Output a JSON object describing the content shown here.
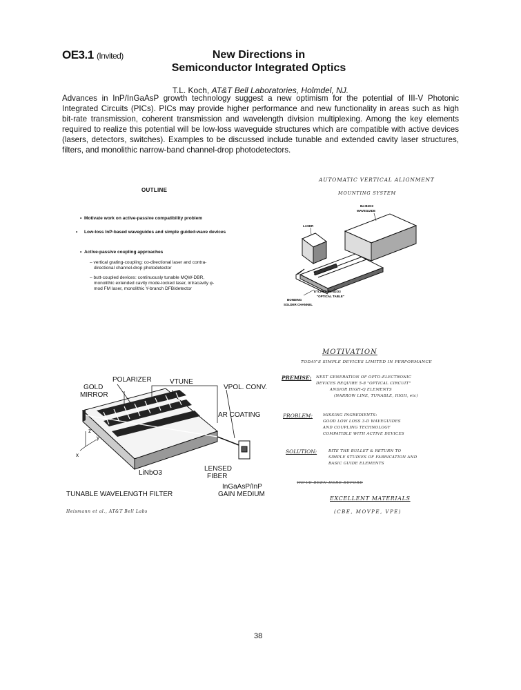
{
  "paper_id": "OE3.1",
  "invited": "(Invited)",
  "title_line1": "New Directions in",
  "title_line2": "Semiconductor Integrated Optics",
  "author": "T.L. Koch,",
  "affiliation": "AT&T Bell Laboratories, Holmdel, NJ.",
  "abstract": "Advances in InP/InGaAsP growth technology suggest a new optimism for the potential of III-V Photonic Integrated Circuits (PICs). PICs may provide higher performance and new functionality in areas such as high bit-rate transmission, coherent transmission and wavelength division multiplexing. Among the key elements required to realize this potential will be low-loss waveguide structures which are compatible with active devices (lasers, detectors, switches). Examples to be discussed include tunable and extended cavity laser structures, filters, and monolithic narrow-band channel-drop photodetectors.",
  "outline": {
    "title": "OUTLINE",
    "items": [
      "Motivate work on active-passive compatibility problem",
      "Low-loss InP-based waveguides and simple guided-wave devices",
      "Active-passive coupling approaches"
    ],
    "subitems": [
      "vertical grating-coupling: co-directional laser and contra-directional channel-drop photodetector",
      "butt-coupled devices: continuously tunable MQW-DBR, monolithic extended cavity mode-locked laser, intracavity φ-mod FM laser, monolithic Y-branch DFB/detector"
    ]
  },
  "mount": {
    "heading1": "AUTOMATIC VERTICAL ALIGNMENT",
    "heading2": "MOUNTING SYSTEM",
    "waveguide_label1": "Ba-B2O3",
    "waveguide_label2": "WAVEGUIDE",
    "laser_label": "LASER",
    "etched_label1": "ETCHED Ba-B2O3",
    "etched_label2": "\"OPTICAL TABLE\"",
    "solder_label1": "BONDING",
    "solder_label2": "SOLDER CHANNEL"
  },
  "filter": {
    "polarizer": "POLARIZER",
    "vtune": "VTUNE",
    "vpol": "VPOL. CONV.",
    "gold1": "GOLD",
    "gold2": "MIRROR",
    "ar": "AR COATING",
    "lensed1": "LENSED",
    "lensed2": "FIBER",
    "linbo3": "LiNbO3",
    "gain1": "InGaAsP/InP",
    "gain2": "GAIN MEDIUM",
    "caption": "TUNABLE WAVELENGTH FILTER",
    "z": "z",
    "y": "y",
    "x": "x",
    "credit": "Heismann et al., AT&T Bell Labs"
  },
  "motivation": {
    "title": "MOTIVATION",
    "sub": "TODAY'S SIMPLE DEVICES LIMITED IN PERFORMANCE",
    "premise_label": "PREMISE:",
    "premise_lines": [
      "NEXT GENERATION OF OPTO-ELECTRONIC",
      "DEVICES REQUIRE 5-8 \"OPTICAL CIRCUIT\"",
      "AND/OR HIGH-Q ELEMENTS",
      "(NARROW LINE, TUNABLE, HIGH, etc)"
    ],
    "problem_label": "PROBLEM:",
    "problem_lines": [
      "MISSING INGREDIENTS:",
      "GOOD LOW LOSS 3-D WAVEGUIDES",
      "AND COUPLING TECHNOLOGY",
      "COMPATIBLE WITH ACTIVE DEVICES"
    ],
    "solution_label": "SOLUTION:",
    "solution_lines": [
      "BITE THE BULLET & RETURN TO",
      "SIMPLE STUDIES OF FABRICATION AND",
      "BASIC GUIDE ELEMENTS"
    ],
    "strike_line": "WE'VE BEEN HERE BEFORE",
    "excellent": "EXCELLENT MATERIALS",
    "methods": "(CBE, MOVPE, VPE)"
  },
  "page_number": "38"
}
